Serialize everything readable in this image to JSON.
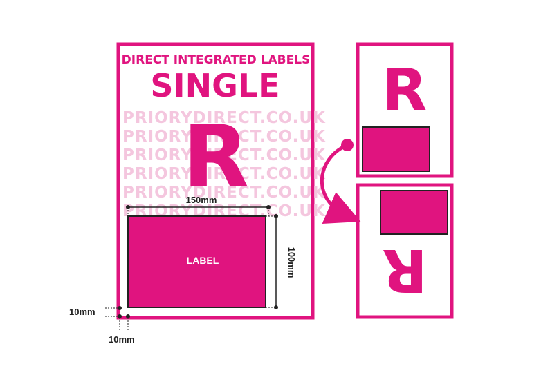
{
  "sheet": {
    "top_text": "DIRECT INTEGRATED LABELS",
    "title": "SINGLE",
    "letter": "R",
    "watermark": "PRIORYDIRECT.CO.UK",
    "label_text": "LABEL"
  },
  "dimensions": {
    "width": "150mm",
    "height": "100mm",
    "margin_left": "10mm",
    "margin_bottom": "10mm"
  },
  "orientation_cards": {
    "top_letter": "R",
    "bottom_letter": "R"
  },
  "colors": {
    "brand": "#e0147f",
    "watermark": "#f4c6de",
    "dimension": "#222222"
  }
}
